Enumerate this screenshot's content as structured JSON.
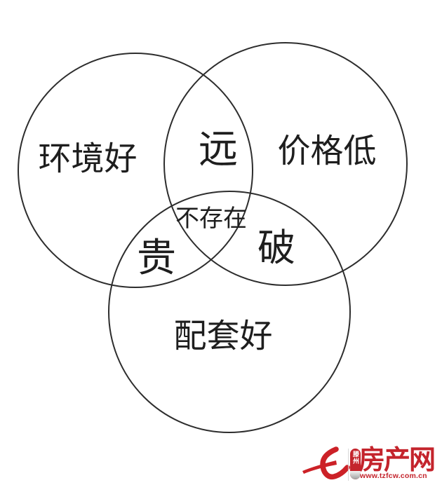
{
  "image": {
    "background": "#ffffff",
    "description": "Venn diagram meme about choosing housing"
  },
  "diagram": {
    "type": "venn",
    "circle_stroke_color": "#2d2d2d",
    "label_color": "#1e1e1e",
    "sets": [
      {
        "label": "环境好"
      },
      {
        "label": "价格低"
      },
      {
        "label": "配套好"
      }
    ],
    "overlaps": [
      {
        "between": "环境好+价格低",
        "label": "远"
      },
      {
        "between": "环境好+配套好",
        "label": "贵"
      },
      {
        "between": "价格低+配套好",
        "label": "破"
      },
      {
        "between": "环境好+价格低+配套好",
        "label": "不存在"
      }
    ]
  },
  "watermark": {
    "brand_color": "#c4242c",
    "icon": "e-swoosh-icon",
    "badge_text": "滕州",
    "site_name": "房产网",
    "site_url": "www.tzfcw.com.cn"
  }
}
